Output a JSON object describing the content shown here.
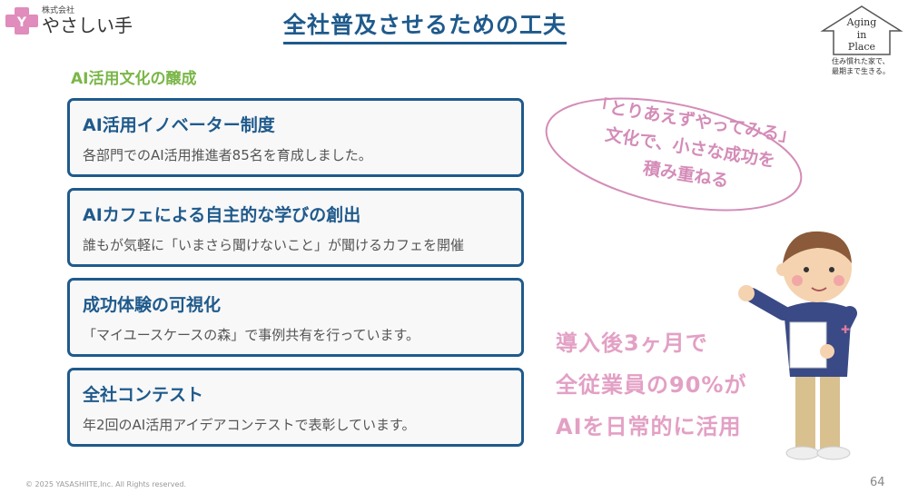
{
  "header": {
    "company_small": "株式会社",
    "company_name": "やさしい手",
    "title": "全社普及させるための工夫"
  },
  "badge": {
    "line1": "Aging",
    "line2": "in",
    "line3": "Place",
    "tagline1": "住み慣れた家で、",
    "tagline2": "最期まで生きる。"
  },
  "section_title": "AI活用文化の醸成",
  "cards": [
    {
      "title": "AI活用イノベーター制度",
      "desc": "各部門でのAI活用推進者85名を育成しました。"
    },
    {
      "title": "AIカフェによる自主的な学びの創出",
      "desc": "誰もが気軽に「いまさら聞けないこと」が聞けるカフェを開催"
    },
    {
      "title": "成功体験の可視化",
      "desc": "「マイユースケースの森」で事例共有を行っています。"
    },
    {
      "title": "全社コンテスト",
      "desc": "年2回のAI活用アイデアコンテストで表彰しています。"
    }
  ],
  "bubble": {
    "line1": "「とりあえずやってみる」",
    "line2": "文化で、小さな成功を",
    "line3": "積み重ねる"
  },
  "stat": {
    "line1": "導入後3ヶ月で",
    "line2": "全従業員の90%が",
    "line3": "AIを日常的に活用"
  },
  "footer": {
    "copyright": "© 2025 YASASHIITE,Inc. All Rights reserved.",
    "page_number": "64"
  },
  "colors": {
    "primary": "#1f5a8c",
    "green": "#7ab648",
    "pink": "#d48cb8"
  }
}
